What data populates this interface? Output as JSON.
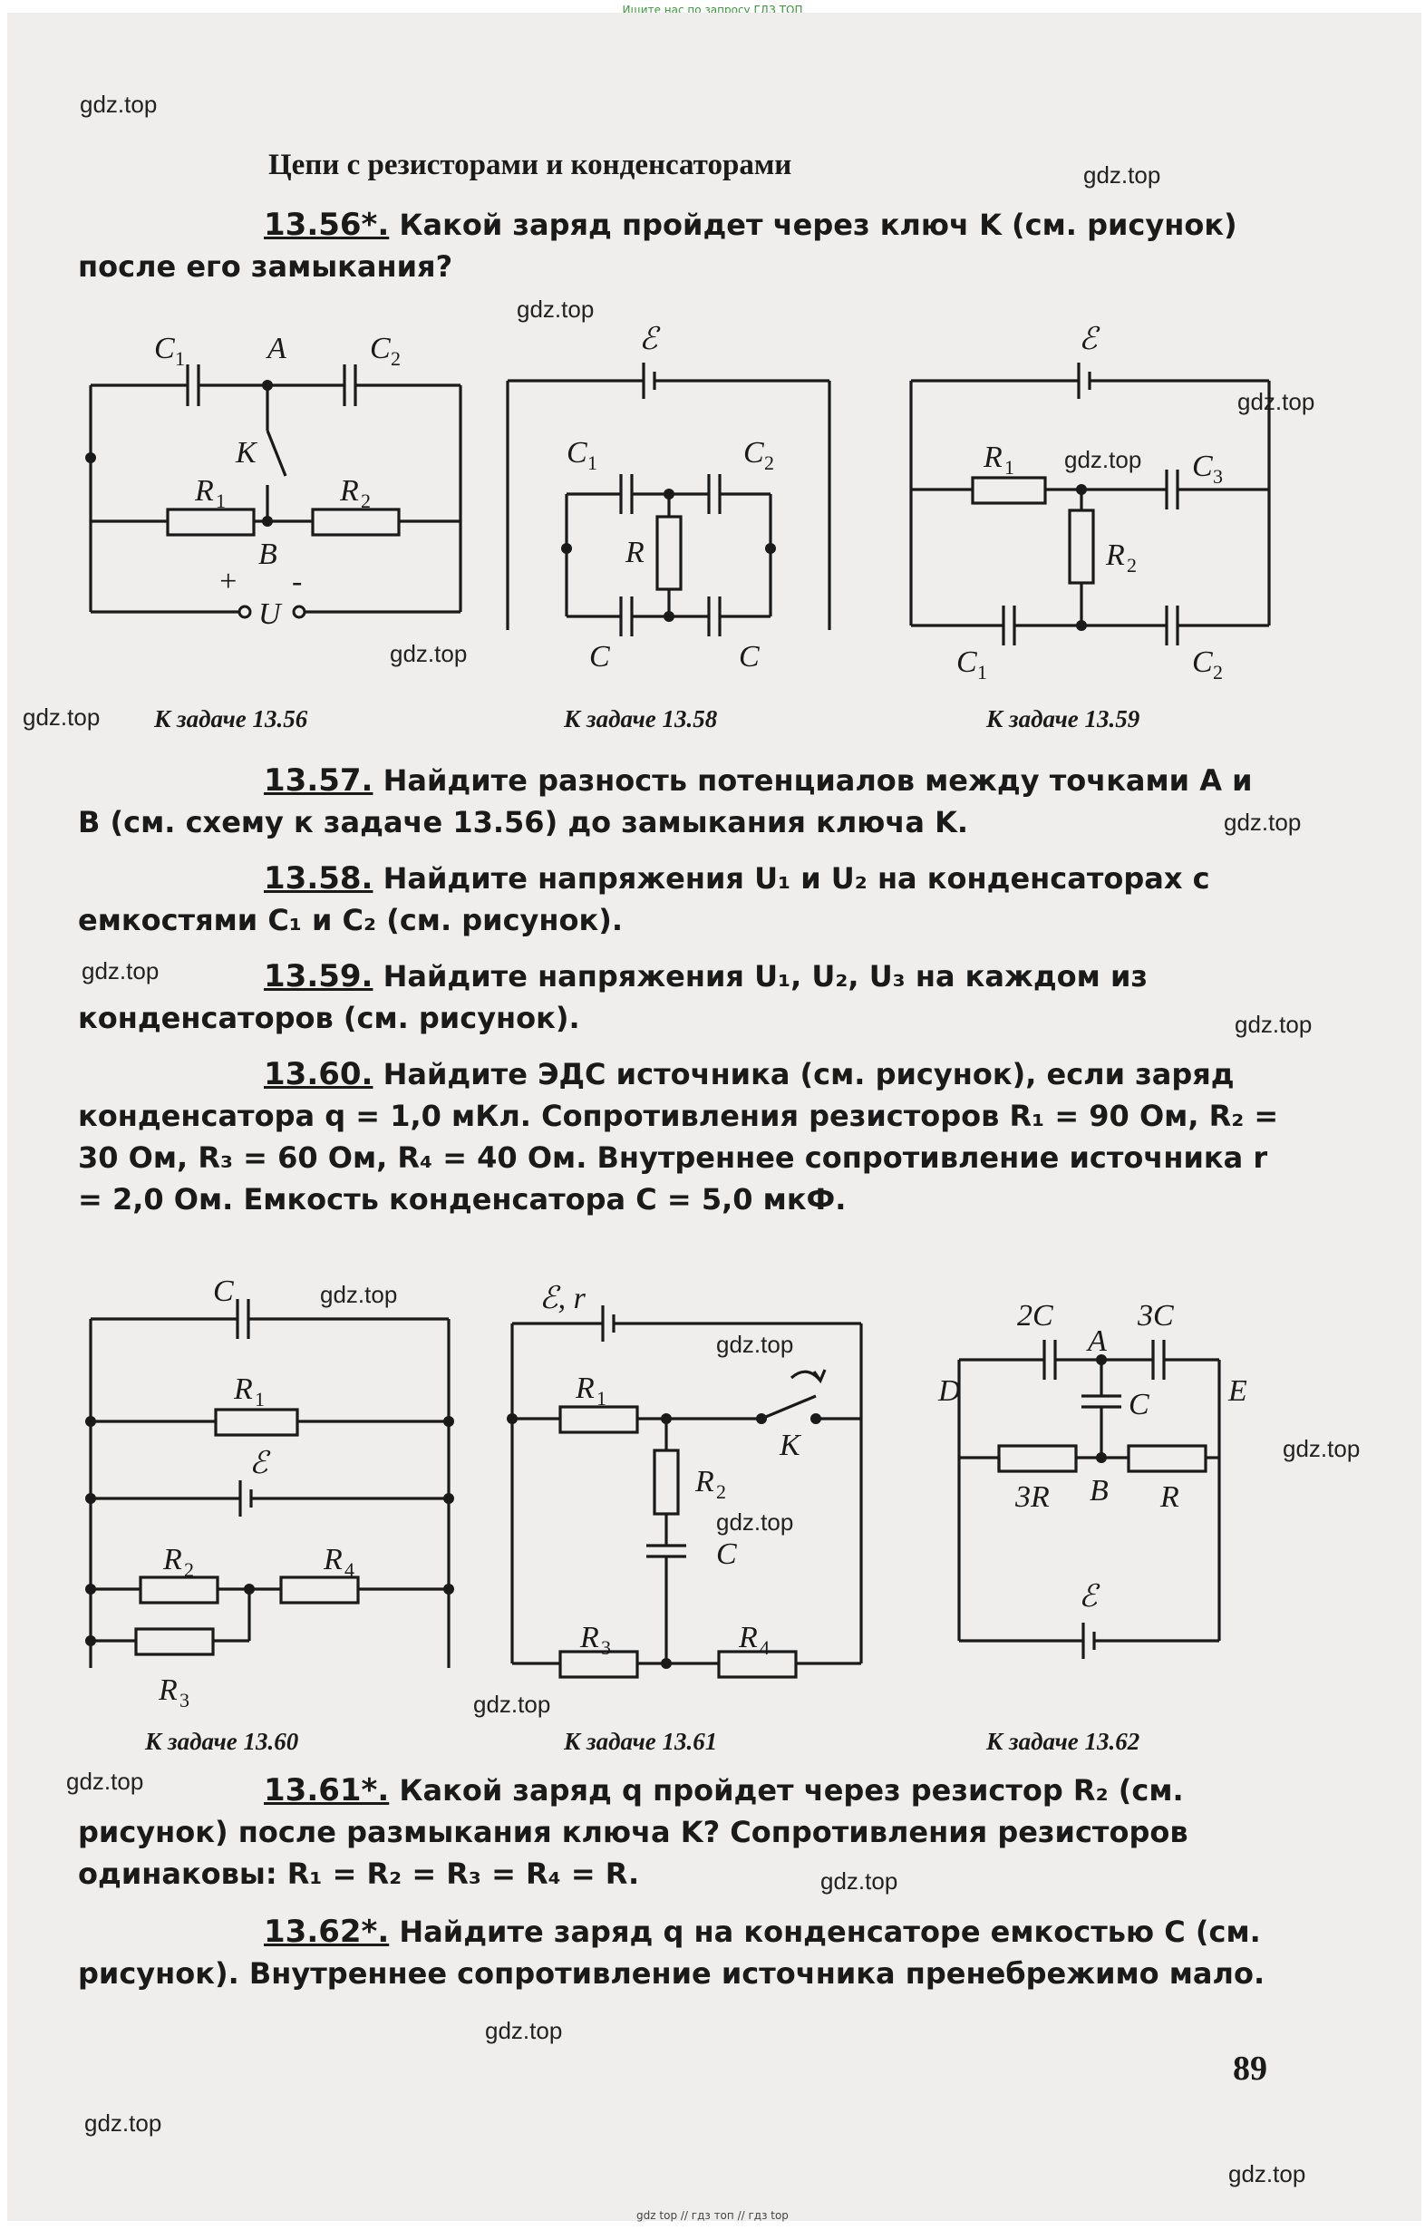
{
  "banner": "Ищите нас по запросу ГДЗ ТОП",
  "footer": "gdz top // гдз топ // гдз top",
  "watermark": "gdz.top",
  "heading": "Цепи с резисторами и конденсаторами",
  "problems": {
    "p56": {
      "num": "13.56*.",
      "text": " Какой заряд пройдет через ключ K (см. рисунок) после его замыкания?"
    },
    "p57": {
      "num": "13.57.",
      "text": " Найдите разность потенциалов между точками A и B (см. схему к задаче 13.56) до замыкания ключа K."
    },
    "p58": {
      "num": "13.58.",
      "text": " Найдите напряжения U₁ и U₂ на конденсаторах с емкостями C₁ и C₂ (см. рисунок)."
    },
    "p59": {
      "num": "13.59.",
      "text": " Найдите напряжения U₁, U₂, U₃ на каждом из конденсаторов (см. рисунок)."
    },
    "p60": {
      "num": "13.60.",
      "text": " Найдите ЭДС источника (см. рисунок), если заряд конденсатора q = 1,0 мКл. Сопротивления резисторов R₁ = 90 Ом, R₂ = 30 Ом, R₃ = 60 Ом, R₄ = 40 Ом. Внутреннее сопротивление источника r = 2,0 Ом. Емкость конденсатора C = 5,0 мкФ."
    },
    "p61": {
      "num": "13.61*.",
      "text": " Какой заряд q пройдет через резистор R₂ (см. рисунок) после размыкания ключа K? Сопротивления резисторов одинаковы: R₁ = R₂ = R₃ = R₄ = R."
    },
    "p62": {
      "num": "13.62*.",
      "text": " Найдите заряд q на конденсаторе емкостью C (см. рисунок). Внутреннее сопротивление источника пренебрежимо мало."
    }
  },
  "captions": {
    "c56": "К задаче 13.56",
    "c58": "К задаче 13.58",
    "c59": "К задаче 13.59",
    "c60": "К задаче 13.60",
    "c61": "К задаче 13.61",
    "c62": "К задаче 13.62"
  },
  "labels": {
    "C": "C",
    "A": "A",
    "B": "B",
    "K": "K",
    "R": "R",
    "U": "U",
    "D": "D",
    "E": "E",
    "emf": "ℰ",
    "emf_r": "ℰ, r",
    "plus": "+",
    "minus": "-",
    "s1": "1",
    "s2": "2",
    "s3": "3",
    "s4": "4",
    "c2C": "2C",
    "c3C": "3C",
    "r3R": "3R"
  },
  "page_number": "89"
}
